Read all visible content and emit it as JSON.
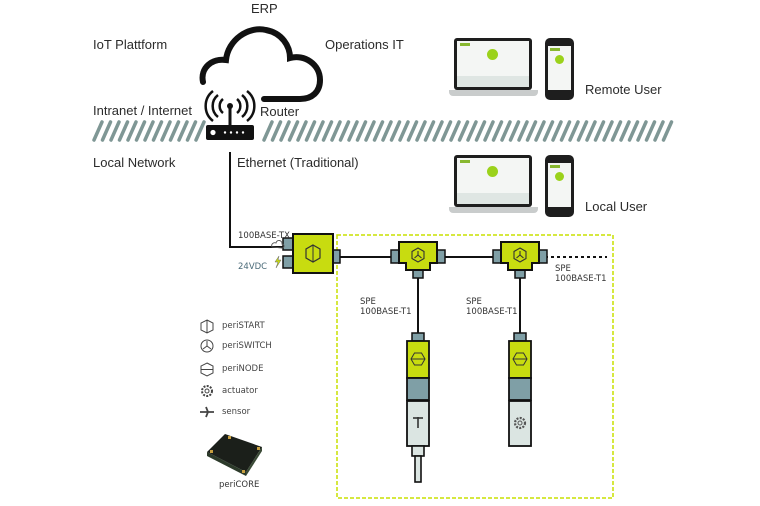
{
  "labels": {
    "erp": "ERP",
    "iot_platform": "IoT Plattform",
    "operations_it": "Operations IT",
    "intranet_internet": "Intranet / Internet",
    "router": "Router",
    "local_network": "Local Network",
    "ethernet": "Ethernet (Traditional)",
    "remote_user": "Remote User",
    "local_user": "Local User",
    "base_tx": "100BASE-TX",
    "power": "24VDC",
    "spe_1_line1": "SPE",
    "spe_1_line2": "100BASE-T1",
    "spe_2_line1": "SPE",
    "spe_2_line2": "100BASE-T1",
    "spe_3_line1": "SPE",
    "spe_3_line2": "100BASE-T1"
  },
  "legend": [
    {
      "icon": "peristart-icon",
      "label": "periSTART"
    },
    {
      "icon": "periswitch-icon",
      "label": "periSWITCH"
    },
    {
      "icon": "perinode-icon",
      "label": "periNODE"
    },
    {
      "icon": "actuator-icon",
      "label": "actuator"
    },
    {
      "icon": "sensor-icon",
      "label": "sensor"
    }
  ],
  "pericore_label": "periCORE",
  "colors": {
    "lime": "#c8dc10",
    "port": "#7f9fa6",
    "light": "#dbe5e2",
    "stripe": "#7f9795",
    "dash": "#c8e000",
    "line": "#1a1a1a"
  }
}
